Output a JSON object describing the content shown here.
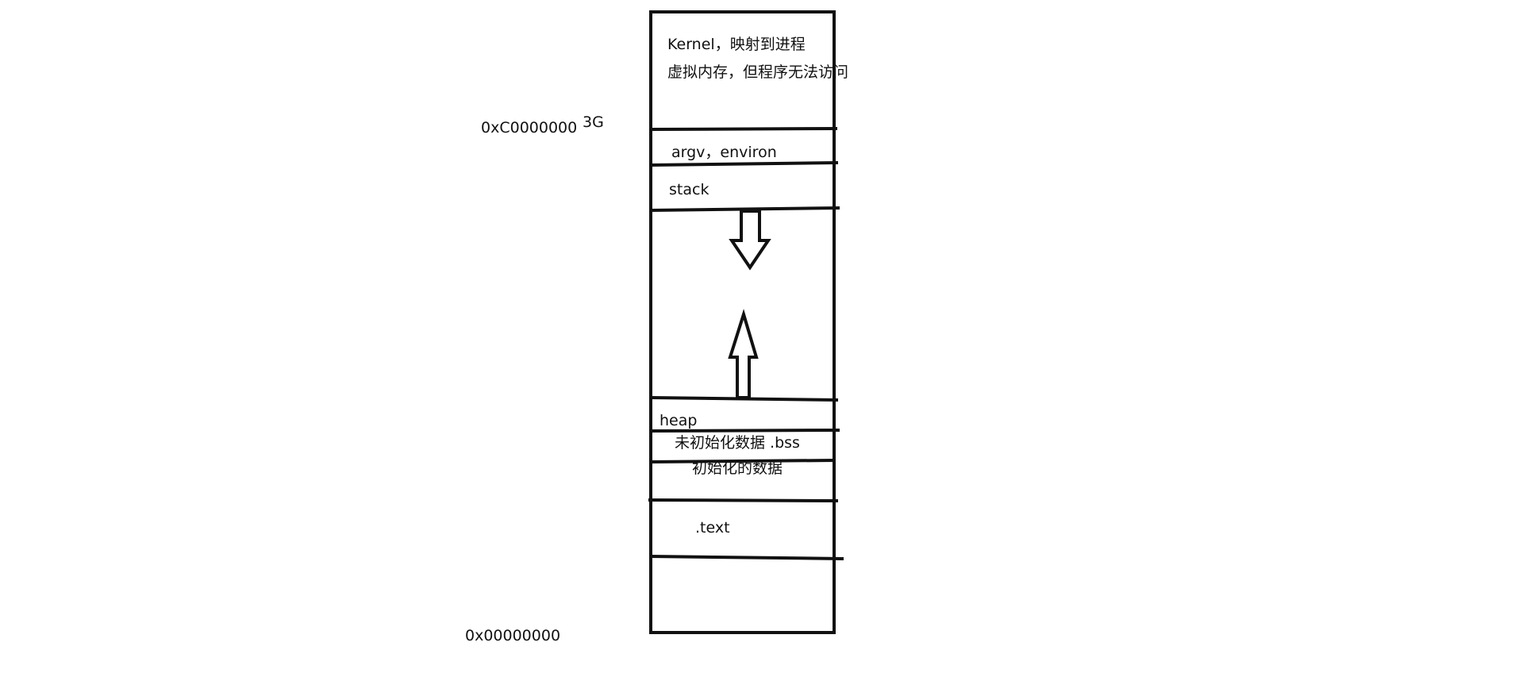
{
  "colors": {
    "background": "#ffffff",
    "ink": "#111111"
  },
  "regions": {
    "kernel_line1": "Kernel，映射到进程",
    "kernel_line2": "虚拟内存，但程序无法访问",
    "argv": "argv，environ",
    "stack": "stack",
    "heap": "heap",
    "bss": "未初始化数据 .bss",
    "data": "初始化的数据",
    "text": ".text"
  },
  "addresses": {
    "top": "0xC0000000",
    "top_size": "3G",
    "bottom": "0x00000000"
  },
  "arrows": {
    "stack_growth": "down-arrow-icon",
    "heap_growth": "up-arrow-icon"
  }
}
